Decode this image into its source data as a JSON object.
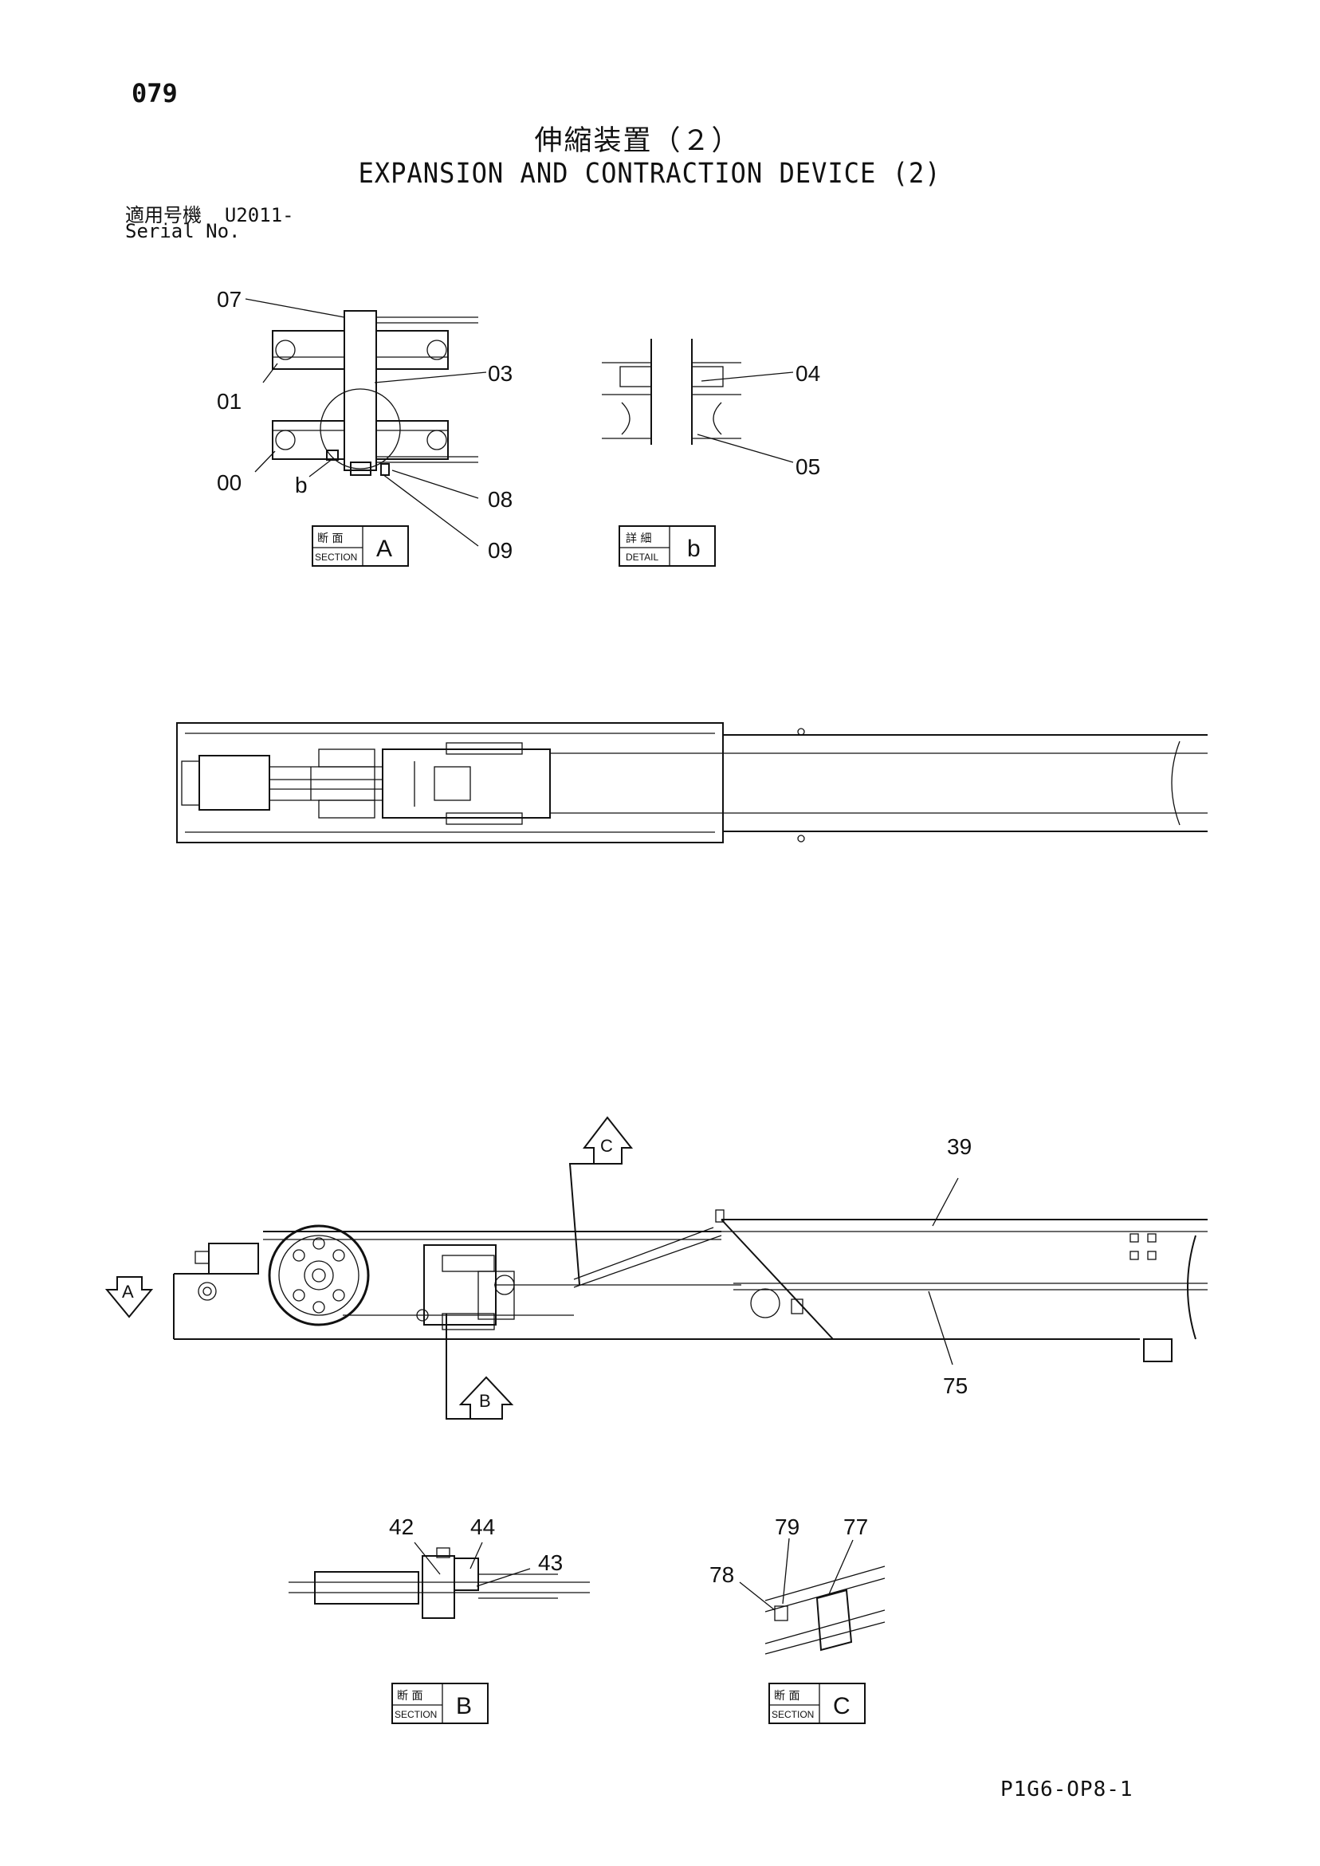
{
  "page_number": "079",
  "title": {
    "japanese": "伸縮装置（２）",
    "english": "EXPANSION AND CONTRACTION DEVICE (2)"
  },
  "serial": {
    "label_jp": "適用号機",
    "value": "U2011-",
    "label_en": "Serial No."
  },
  "view_tags": {
    "section_a": {
      "jp": "断 面",
      "en": "SECTION",
      "letter": "A"
    },
    "detail_b": {
      "jp": "詳 細",
      "en": "DETAIL",
      "letter": "b"
    },
    "section_b": {
      "jp": "断 面",
      "en": "SECTION",
      "letter": "B"
    },
    "section_c": {
      "jp": "断 面",
      "en": "SECTION",
      "letter": "C"
    }
  },
  "callouts": {
    "section_a": [
      "07",
      "01",
      "03",
      "00",
      "b",
      "08",
      "09"
    ],
    "detail_b": [
      "04",
      "05"
    ],
    "side_view": [
      "39",
      "75"
    ],
    "section_b": [
      "42",
      "44",
      "43"
    ],
    "section_c": [
      "79",
      "77",
      "78"
    ]
  },
  "view_arrows": {
    "a": "A",
    "b": "B",
    "c": "C"
  },
  "drawing_code": "P1G6-OP8-1"
}
